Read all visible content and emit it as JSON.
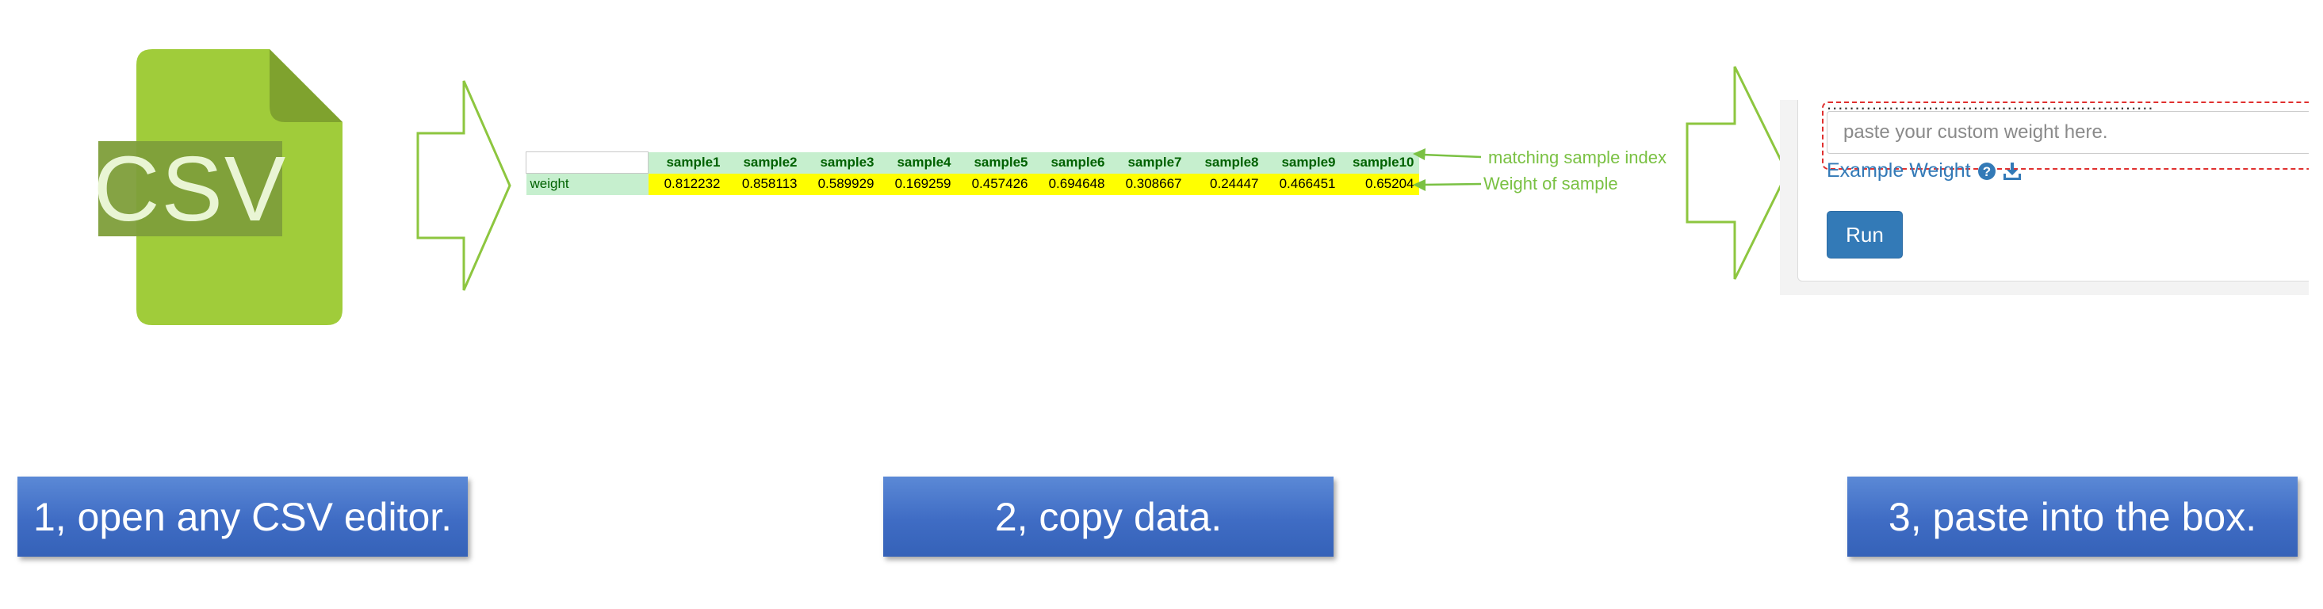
{
  "csv_icon": {
    "label": "CSV",
    "icon": "csv-file-icon"
  },
  "spreadsheet": {
    "columns": [
      "sample1",
      "sample2",
      "sample3",
      "sample4",
      "sample5",
      "sample6",
      "sample7",
      "sample8",
      "sample9",
      "sample10"
    ],
    "row_label": "weight",
    "values": [
      "0.812232",
      "0.858113",
      "0.589929",
      "0.169259",
      "0.457426",
      "0.694648",
      "0.308667",
      "0.24447",
      "0.466451",
      "0.65204"
    ]
  },
  "annotations": {
    "header_note": "matching sample index",
    "value_note": "Weight of sample"
  },
  "form": {
    "garbled_text": "..........................................................",
    "input_placeholder": "paste your custom weight here.",
    "input_value": "",
    "example_link": "Example Weight",
    "help_icon": "question-circle-icon",
    "download_icon": "download-icon",
    "run_label": "Run"
  },
  "steps": {
    "step1": "1, open any CSV editor.",
    "step2": "2, copy data.",
    "step3": "3, paste into the box."
  },
  "colors": {
    "arrow_green": "#8dc63f",
    "csv_green": "#a0cc3a",
    "csv_dark": "#7a9e3c",
    "header_fill": "#c6efce",
    "value_fill": "#ffff00",
    "annot_green": "#7ac143",
    "banner_blue": "#4472c4",
    "link_blue": "#337ab7",
    "highlight_red": "#e0302f"
  }
}
